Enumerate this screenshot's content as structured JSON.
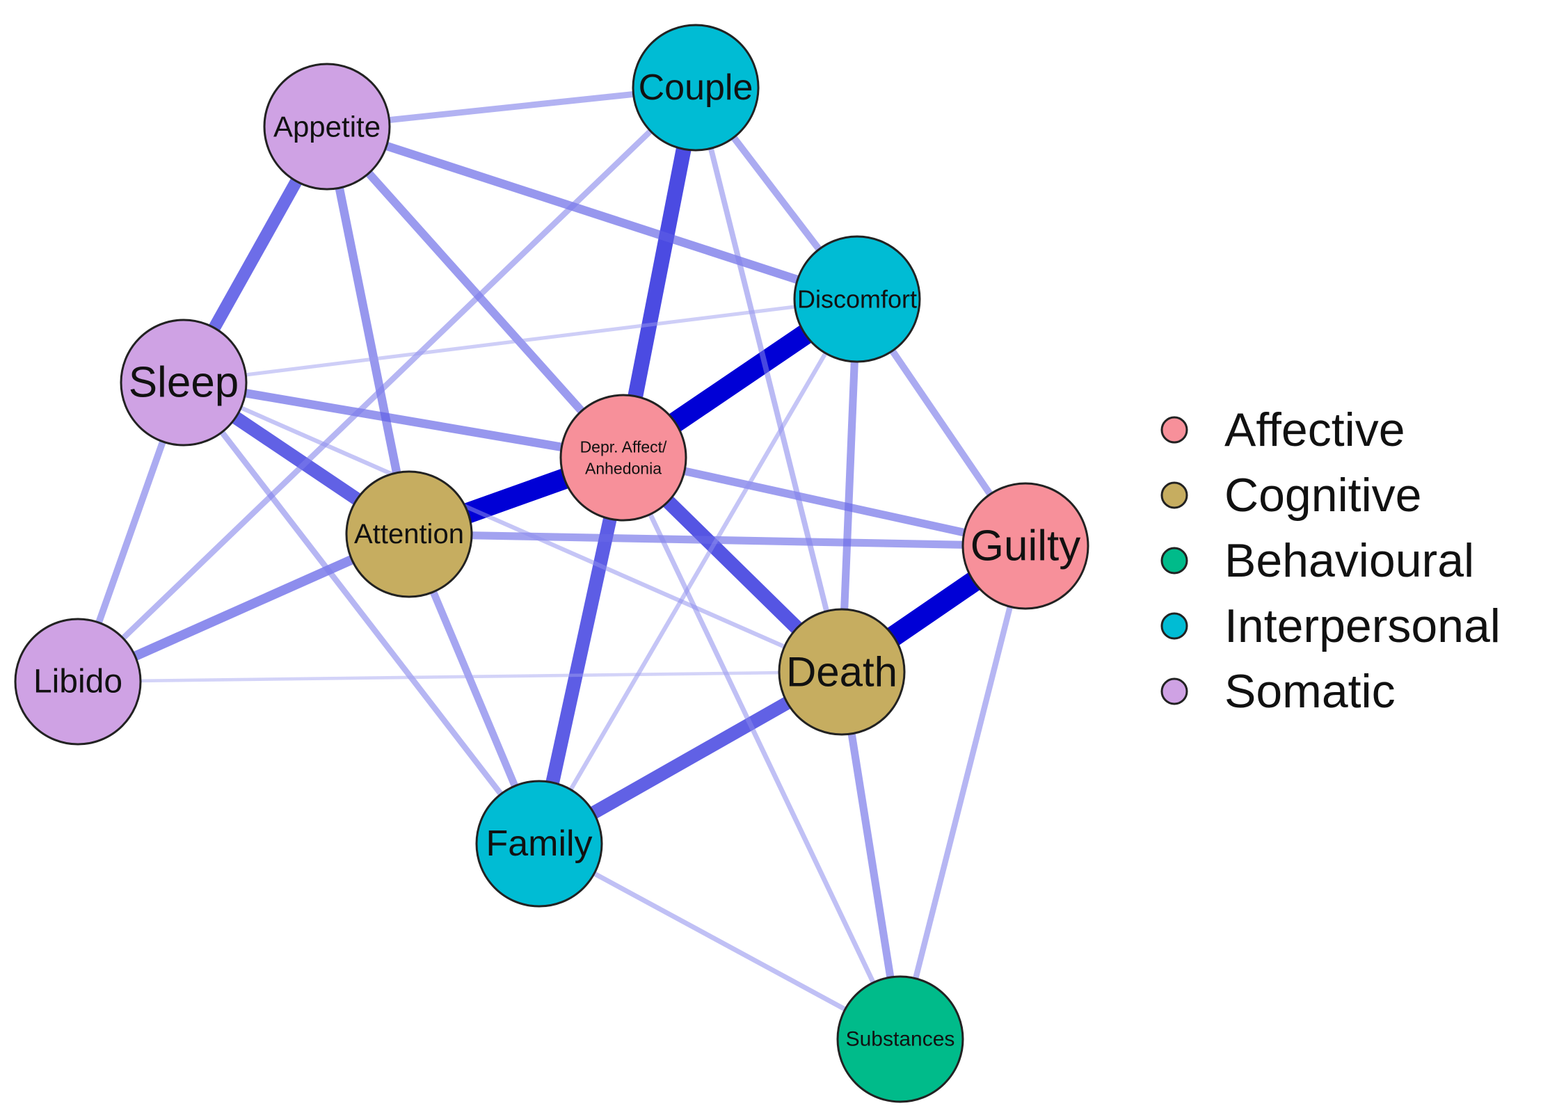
{
  "network": {
    "groups": [
      {
        "id": "affective",
        "label": "Affective",
        "color": "#F7909A"
      },
      {
        "id": "cognitive",
        "label": "Cognitive",
        "color": "#C6AD60"
      },
      {
        "id": "behavioural",
        "label": "Behavioural",
        "color": "#00BB8A"
      },
      {
        "id": "interpersonal",
        "label": "Interpersonal",
        "color": "#00BCD4"
      },
      {
        "id": "somatic",
        "label": "Somatic",
        "color": "#CFA2E4"
      }
    ],
    "nodes": [
      {
        "id": "couple",
        "label": "Couple",
        "group": "interpersonal"
      },
      {
        "id": "appetite",
        "label": "Appetite",
        "group": "somatic"
      },
      {
        "id": "discomfort",
        "label": "Discomfort",
        "group": "interpersonal"
      },
      {
        "id": "sleep",
        "label": "Sleep",
        "group": "somatic"
      },
      {
        "id": "depr",
        "label_lines": [
          "Depr. Affect/",
          "Anhedonia"
        ],
        "group": "affective"
      },
      {
        "id": "attention",
        "label": "Attention",
        "group": "cognitive"
      },
      {
        "id": "guilty",
        "label": "Guilty",
        "group": "affective"
      },
      {
        "id": "libido",
        "label": "Libido",
        "group": "somatic"
      },
      {
        "id": "death",
        "label": "Death",
        "group": "cognitive"
      },
      {
        "id": "family",
        "label": "Family",
        "group": "interpersonal"
      },
      {
        "id": "substances",
        "label": "Substances",
        "group": "behavioural"
      }
    ],
    "edges": [
      {
        "source": "depr",
        "target": "discomfort",
        "strength": 1.0
      },
      {
        "source": "depr",
        "target": "attention",
        "strength": 1.0
      },
      {
        "source": "guilty",
        "target": "death",
        "strength": 1.0
      },
      {
        "source": "depr",
        "target": "couple",
        "strength": 0.7
      },
      {
        "source": "depr",
        "target": "death",
        "strength": 0.65
      },
      {
        "source": "depr",
        "target": "family",
        "strength": 0.62
      },
      {
        "source": "family",
        "target": "death",
        "strength": 0.6
      },
      {
        "source": "sleep",
        "target": "attention",
        "strength": 0.6
      },
      {
        "source": "appetite",
        "target": "sleep",
        "strength": 0.55
      },
      {
        "source": "attention",
        "target": "libido",
        "strength": 0.4
      },
      {
        "source": "sleep",
        "target": "depr",
        "strength": 0.35
      },
      {
        "source": "appetite",
        "target": "discomfort",
        "strength": 0.35
      },
      {
        "source": "appetite",
        "target": "attention",
        "strength": 0.35
      },
      {
        "source": "appetite",
        "target": "depr",
        "strength": 0.33
      },
      {
        "source": "depr",
        "target": "guilty",
        "strength": 0.32
      },
      {
        "source": "attention",
        "target": "guilty",
        "strength": 0.3
      },
      {
        "source": "discomfort",
        "target": "death",
        "strength": 0.3
      },
      {
        "source": "death",
        "target": "substances",
        "strength": 0.3
      },
      {
        "source": "attention",
        "target": "family",
        "strength": 0.28
      },
      {
        "source": "sleep",
        "target": "libido",
        "strength": 0.25
      },
      {
        "source": "couple",
        "target": "discomfort",
        "strength": 0.25
      },
      {
        "source": "discomfort",
        "target": "guilty",
        "strength": 0.25
      },
      {
        "source": "appetite",
        "target": "couple",
        "strength": 0.22
      },
      {
        "source": "couple",
        "target": "libido",
        "strength": 0.2
      },
      {
        "source": "guilty",
        "target": "substances",
        "strength": 0.2
      },
      {
        "source": "sleep",
        "target": "family",
        "strength": 0.2
      },
      {
        "source": "couple",
        "target": "death",
        "strength": 0.18
      },
      {
        "source": "family",
        "target": "substances",
        "strength": 0.15
      },
      {
        "source": "depr",
        "target": "substances",
        "strength": 0.15
      },
      {
        "source": "discomfort",
        "target": "family",
        "strength": 0.12
      },
      {
        "source": "sleep",
        "target": "death",
        "strength": 0.12
      },
      {
        "source": "sleep",
        "target": "discomfort",
        "strength": 0.08
      },
      {
        "source": "libido",
        "target": "death",
        "strength": 0.06
      }
    ]
  }
}
